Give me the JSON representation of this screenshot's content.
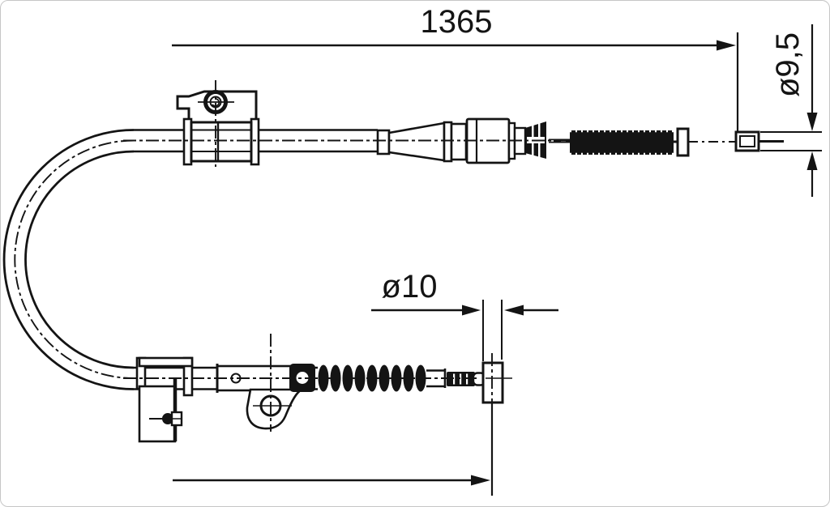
{
  "drawing": {
    "type": "technical-drawing",
    "subject": "brake-cable",
    "background": "#ffffff",
    "ink": "#141414",
    "dimensions": {
      "overall_length": {
        "label": "1365"
      },
      "cable_end_diameter": {
        "label": "ø9,5"
      },
      "adjuster_diameter": {
        "label": "ø10"
      }
    }
  }
}
